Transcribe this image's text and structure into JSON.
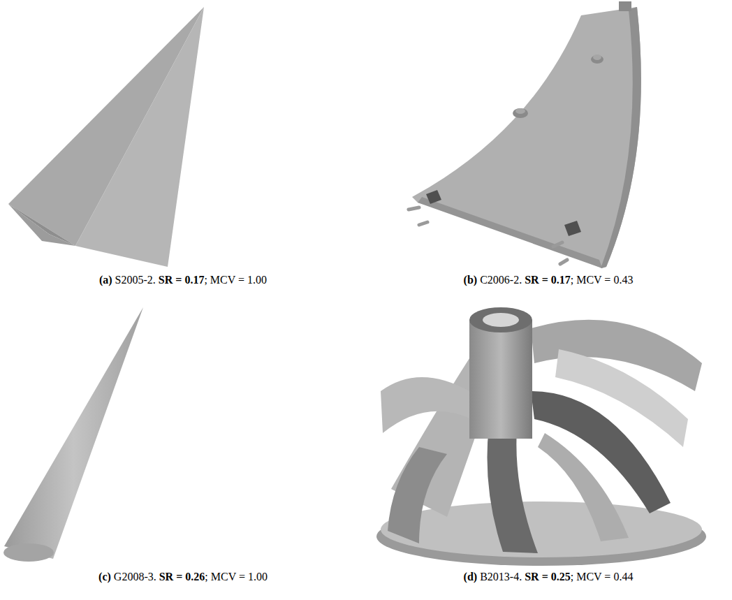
{
  "diagram": {
    "labels": [
      "(a)",
      "S2005-2.",
      "SR = 0.17",
      "; MCV = 1.00",
      "(b)",
      "C2006-2.",
      "SR = 0.17",
      "; MCV = 0.43",
      "(c)",
      "G2008-3.",
      "SR = 0.26",
      "; MCV = 1.00",
      "(d)",
      "B2013-4.",
      "SR = 0.25",
      "; MCV = 0.44"
    ]
  }
}
